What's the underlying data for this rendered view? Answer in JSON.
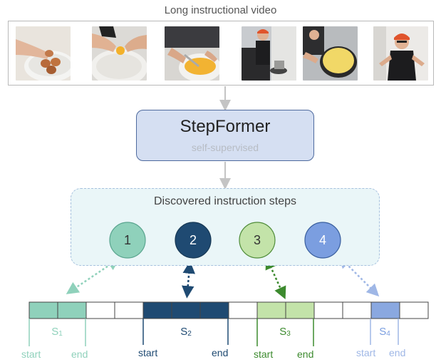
{
  "video": {
    "title": "Long instructional video",
    "frames": [
      {
        "name": "frame-eggs-in-bowl"
      },
      {
        "name": "frame-cracking-egg"
      },
      {
        "name": "frame-whisking"
      },
      {
        "name": "frame-at-stove"
      },
      {
        "name": "frame-omelette-pan"
      },
      {
        "name": "frame-presenter"
      }
    ]
  },
  "model": {
    "name": "StepFormer",
    "subtitle": "self-supervised"
  },
  "steps": {
    "title": "Discovered instruction steps",
    "nodes": [
      {
        "label": "1",
        "color": "#8fd1bb"
      },
      {
        "label": "2",
        "color": "#1f4a72"
      },
      {
        "label": "3",
        "color": "#c3e3a9"
      },
      {
        "label": "4",
        "color": "#7b9ee0"
      }
    ]
  },
  "segments": [
    {
      "letter": "S",
      "index": "1",
      "start": "start",
      "end": "end",
      "color": "#8fd1bb"
    },
    {
      "letter": "S",
      "index": "2",
      "start": "start",
      "end": "end",
      "color": "#1f4a72"
    },
    {
      "letter": "S",
      "index": "3",
      "start": "start",
      "end": "end",
      "color": "#3c8a2e"
    },
    {
      "letter": "S",
      "index": "4",
      "start": "start",
      "end": "end",
      "color": "#7b9ee0"
    }
  ],
  "colors": {
    "connector": "#c4c4c4",
    "cell_step1": "#8fd1bb",
    "cell_step2": "#1f4a72",
    "cell_step3": "#c3e3a9",
    "cell_step4": "#8aa8e0",
    "cell_empty": "#ffffff",
    "label_step1": "#8fd1bb",
    "label_step2": "#1f4a72",
    "label_step3": "#3c8a2e",
    "label_step4": "#7b9ee0"
  },
  "timeline_cells": [
    "step1",
    "step1",
    "empty",
    "empty",
    "step2",
    "step2",
    "step2",
    "empty",
    "step3",
    "step3",
    "empty",
    "empty",
    "step4",
    "empty"
  ]
}
